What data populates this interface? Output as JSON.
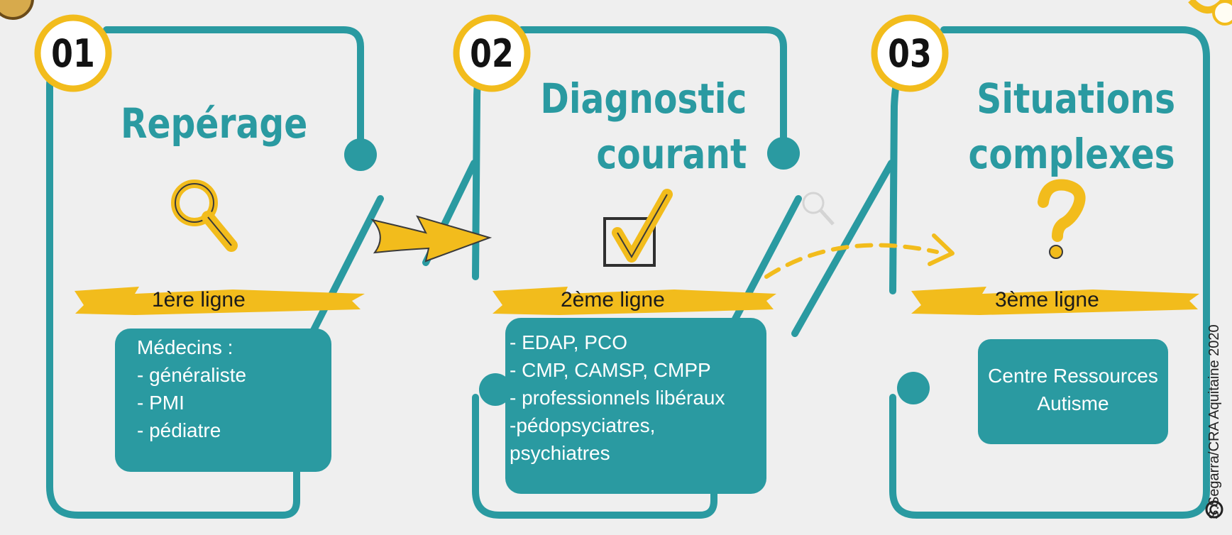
{
  "steps": [
    {
      "number": "01",
      "title": "Repérage",
      "line_label": "1ère ligne",
      "details": "Médecins :\n- généraliste\n- PMI\n- pédiatre"
    },
    {
      "number": "02",
      "title_line1": "Diagnostic",
      "title_line2": "courant",
      "line_label": "2ème ligne",
      "details": "- EDAP, PCO\n- CMP, CAMSP, CMPP\n- professionnels libéraux\n-pédopsyciatres,\npsychiatres"
    },
    {
      "number": "03",
      "title_line1": "Situations",
      "title_line2": "complexes",
      "line_label": "3ème ligne",
      "details": "Centre Ressources\nAutisme"
    }
  ],
  "credit": "S.Segarra/CRA Aquitaine 2020",
  "colors": {
    "teal": "#2a9aa1",
    "yellow": "#f2bc1c",
    "background": "#efefef"
  },
  "icons": [
    "magnifier-icon",
    "checkbox-icon",
    "question-mark-icon",
    "arrow-icon",
    "dashed-arrow-icon",
    "copyright-icon"
  ]
}
